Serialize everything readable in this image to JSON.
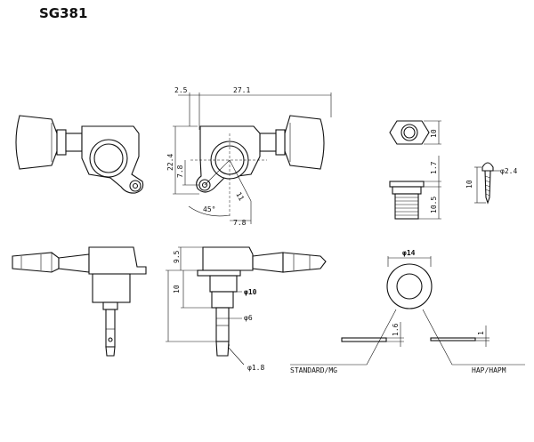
{
  "title": "SG381",
  "dimensions": {
    "d_2_5": "2.5",
    "d_27_1": "27.1",
    "d_22_4": "22.4",
    "d_7_8_v": "7.8",
    "d_11": "11",
    "d_45": "45°",
    "d_7_8_h": "7.8",
    "d_10_nut": "10",
    "d_1_7": "1.7",
    "d_10_5": "10.5",
    "d_10_screw": "10",
    "d_phi_2_4": "φ2.4",
    "d_9_5": "9.5",
    "d_10_shaft": "10",
    "d_phi_10": "φ10",
    "d_phi_6": "φ6",
    "d_phi_1_8": "φ1.8",
    "d_phi_14": "φ14",
    "d_1_6": "1.6",
    "d_1": "1"
  },
  "labels": {
    "standard": "STANDARD/MG",
    "hap": "HAP/HAPM"
  },
  "colors": {
    "line": "#111111",
    "background": "#ffffff"
  }
}
